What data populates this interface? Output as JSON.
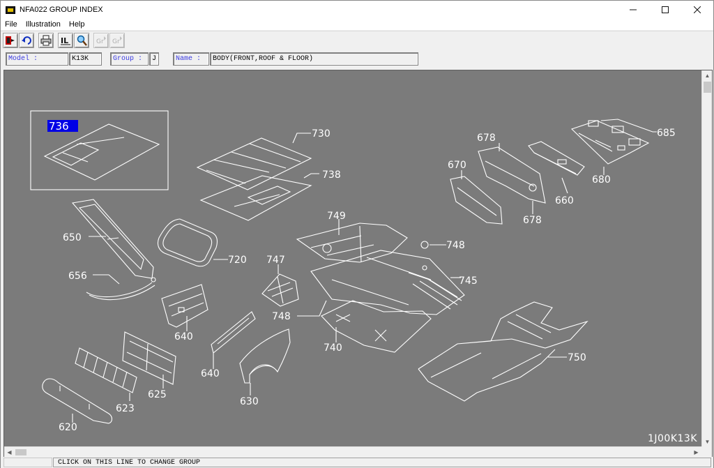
{
  "window": {
    "title": "NFA022 GROUP INDEX"
  },
  "menu": [
    "File",
    "Illustration",
    "Help"
  ],
  "toolbar": {
    "buttons": [
      "exit-icon",
      "undo-icon",
      "print-icon",
      "illustration-icon",
      "search-icon",
      "group-prev-icon",
      "group-next-icon"
    ],
    "gr_label": "Gr"
  },
  "info": {
    "model_label": "Model :",
    "model_value": "K13K",
    "group_label": "Group :",
    "group_value": "J",
    "name_label": "Name :",
    "name_value": "BODY(FRONT,ROOF & FLOOR)"
  },
  "drawing": {
    "selected_part": "736",
    "code": "1J00K13K",
    "parts": [
      "730",
      "738",
      "749",
      "748",
      "745",
      "747",
      "748",
      "740",
      "750",
      "650",
      "656",
      "720",
      "640",
      "640",
      "630",
      "620",
      "623",
      "625",
      "678",
      "670",
      "678",
      "660",
      "680",
      "685"
    ]
  },
  "status": {
    "text": "CLICK ON THIS LINE TO CHANGE GROUP"
  },
  "colors": {
    "drawing_bg": "#7b7b7b",
    "line": "#ffffff",
    "highlight": "#0000e6",
    "label_blue": "#3a3ae0"
  }
}
